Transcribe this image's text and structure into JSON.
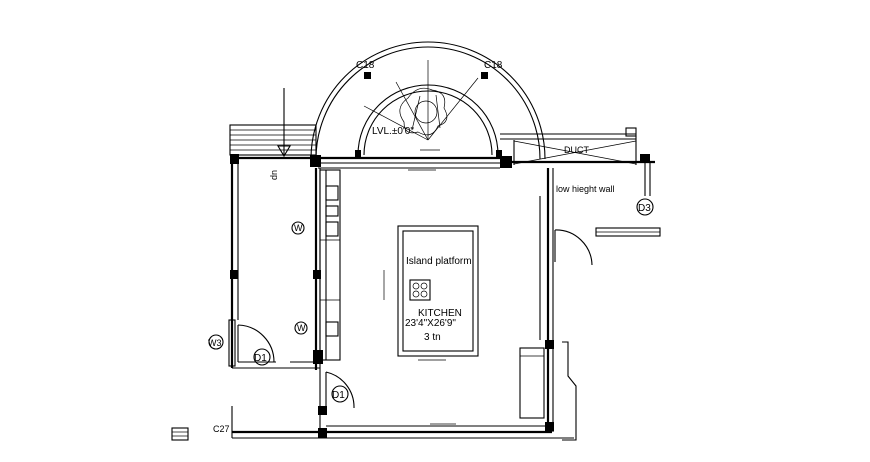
{
  "labels": {
    "c18_left": "C18",
    "c18_right": "C18",
    "level": "LVL.±0'0\"",
    "duct": "DUCT",
    "low_wall": "low hieght wall",
    "d3": "D3",
    "island": "Island platform",
    "kitchen": "KITCHEN",
    "kitchen_size": "23'4\"X26'9\"",
    "kitchen_tn": "3 tn",
    "w3": "W3",
    "d1_left": "D1",
    "d1_right": "D1",
    "up": "up",
    "w_top": "W",
    "w_bottom": "W",
    "c27": "C27"
  }
}
